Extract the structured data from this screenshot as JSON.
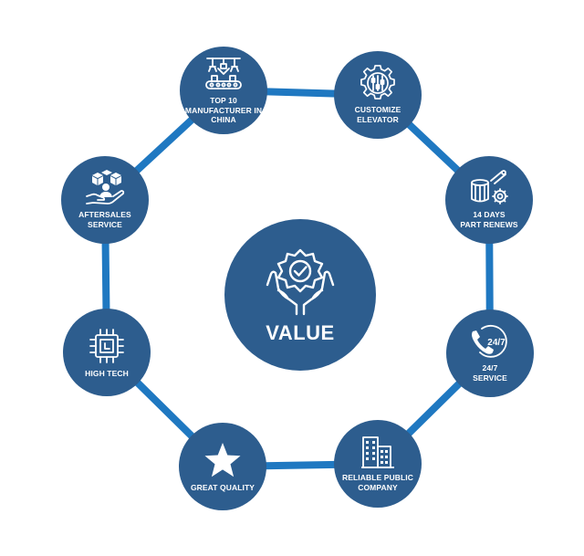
{
  "colors": {
    "node": "#2d5d8e",
    "connector": "#1f78c1",
    "text": "#ffffff"
  },
  "center": {
    "label": "VALUE",
    "icon": "hands-holding-check-badge-icon"
  },
  "nodes": [
    {
      "id": "top10",
      "label": "TOP 10\nMANUFACTURER IN\nCHINA",
      "icon": "factory-robot-arm-icon"
    },
    {
      "id": "customize",
      "label": "CUSTOMIZE\nELEVATOR",
      "icon": "gear-sliders-icon"
    },
    {
      "id": "partrenew",
      "label": "14 DAYS\nPART RENEWS",
      "icon": "machine-parts-icon"
    },
    {
      "id": "service247",
      "label": "24/7\nSERVICE",
      "icon": "phone-247-icon"
    },
    {
      "id": "reliable",
      "label": "RELIABLE PUBLIC\nCOMPANY",
      "icon": "office-buildings-icon"
    },
    {
      "id": "quality",
      "label": "GREAT QUALITY",
      "icon": "star-icon"
    },
    {
      "id": "hightech",
      "label": "HIGH TECH",
      "icon": "chip-icon"
    },
    {
      "id": "aftersales",
      "label": "AFTERSALES\nSERVICE",
      "icon": "hand-person-boxes-icon"
    }
  ]
}
